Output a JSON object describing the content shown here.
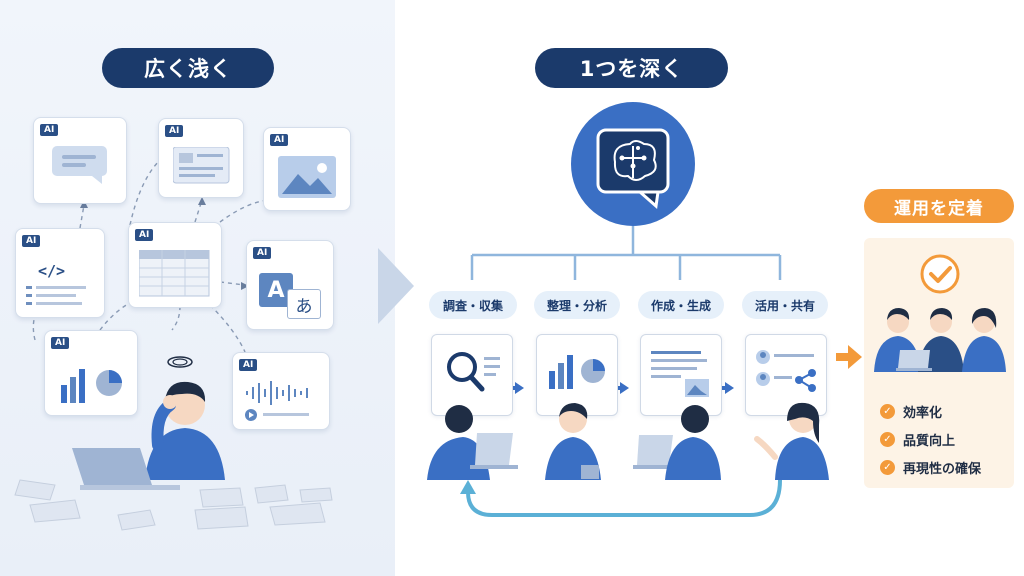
{
  "left": {
    "title": "広く浅く",
    "ai_badge": "AI",
    "glyph_code": "</>",
    "glyph_latin": "A",
    "glyph_kana": "あ"
  },
  "center": {
    "title": "1つを深く",
    "steps": [
      {
        "label": "調査・収集"
      },
      {
        "label": "整理・分析"
      },
      {
        "label": "作成・生成"
      },
      {
        "label": "活用・共有"
      }
    ]
  },
  "right": {
    "title": "運用を定着",
    "benefits": [
      "効率化",
      "品質向上",
      "再現性の確保"
    ],
    "check_glyph": "✓"
  },
  "colors": {
    "navy": "#1b3a6b",
    "blue": "#3a6fc4",
    "light_blue": "#6aa8d8",
    "orange": "#f39a3a"
  }
}
